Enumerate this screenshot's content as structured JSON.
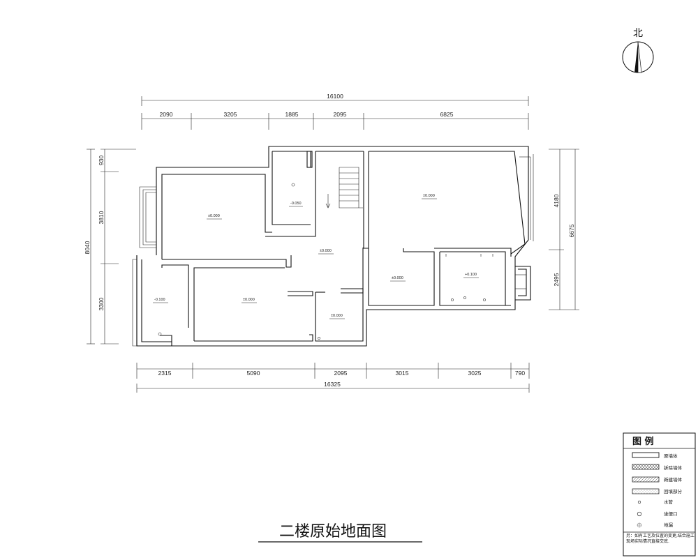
{
  "title": "二楼原始地面图",
  "north_label": "北",
  "dimensions": {
    "top_total": "16100",
    "top": [
      "2090",
      "3205",
      "1885",
      "2095",
      "6825"
    ],
    "bottom": [
      "2315",
      "5090",
      "2095",
      "3015",
      "3025",
      "790"
    ],
    "bottom_total": "16325",
    "left_total": "8040",
    "left": [
      "930",
      "3810",
      "3300"
    ],
    "right": [
      "4180",
      "2495"
    ],
    "right_total": "6675"
  },
  "levels": {
    "big_left_room": "±0.000",
    "bath_top": "-0.050",
    "right_big_room": "±0.000",
    "hall": "±0.000",
    "mid_right_room": "±0.000",
    "right_bath": "+0.100",
    "balcony_left": "-0.100",
    "lower_middle_room": "±0.000",
    "small_room": "±0.000"
  },
  "legend": {
    "heading": "图  例",
    "items": [
      {
        "label": "原墙体",
        "symbol": "plain"
      },
      {
        "label": "拆除墙体",
        "symbol": "crosshatch"
      },
      {
        "label": "新建墙体",
        "symbol": "hatch"
      },
      {
        "label": "回填部分",
        "symbol": "dots"
      },
      {
        "label": "水管",
        "symbol": "small-circle"
      },
      {
        "label": "坐便口",
        "symbol": "circle"
      },
      {
        "label": "地漏",
        "symbol": "drain"
      }
    ],
    "note": "另：如有工艺及位置的变更,结合施工现场实际情况直接交底."
  }
}
